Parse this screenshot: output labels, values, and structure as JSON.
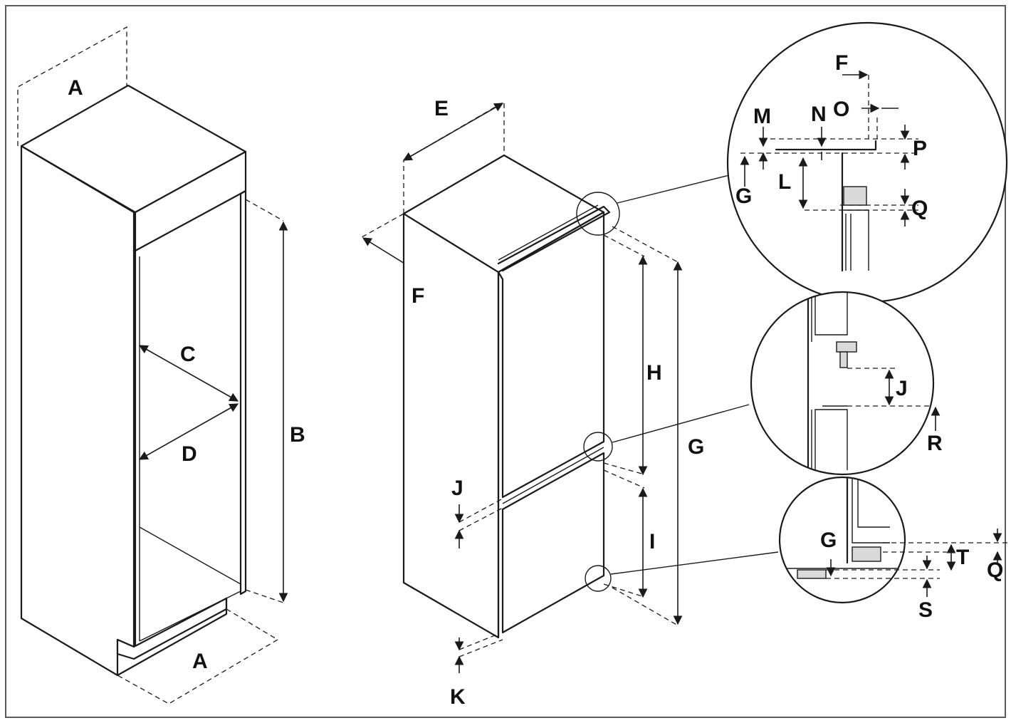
{
  "labels": {
    "A_top": "A",
    "A_bottom": "A",
    "B": "B",
    "C": "C",
    "D": "D",
    "E": "E",
    "F_main": "F",
    "G_main": "G",
    "H": "H",
    "I": "I",
    "J_main": "J",
    "K": "K",
    "F_detail": "F",
    "M": "M",
    "N": "N",
    "O": "O",
    "P": "P",
    "G_detail_top": "G",
    "L": "L",
    "Q_detail_top": "Q",
    "J_detail": "J",
    "R": "R",
    "G_detail_bottom": "G",
    "T": "T",
    "Q_detail_bottom": "Q",
    "S": "S"
  },
  "colors": {
    "stroke": "#1a1a1a",
    "background": "#ffffff",
    "border": "#5a5a5a"
  }
}
